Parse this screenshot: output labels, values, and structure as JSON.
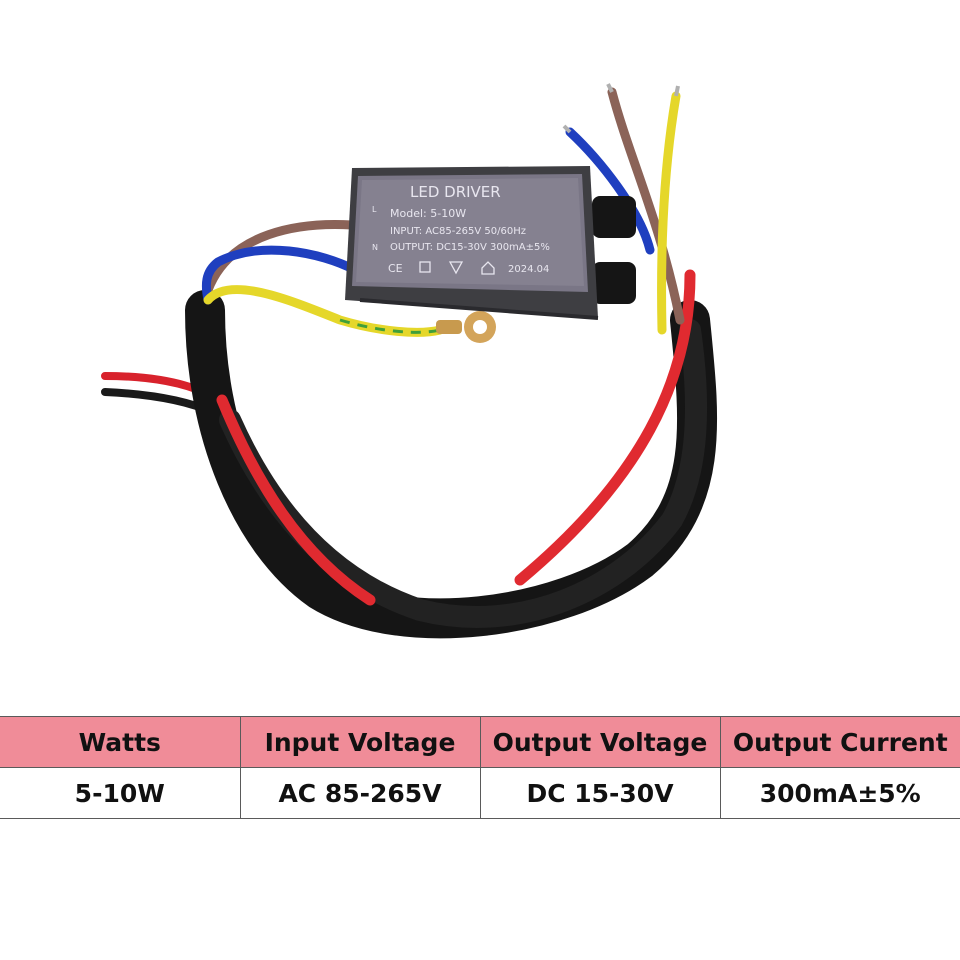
{
  "photo": {
    "label_line_1": "LED DRIVER",
    "label_line_2": "Model: 5-10W",
    "label_line_3": "INPUT: AC85-265V 50/60Hz",
    "label_line_4": "OUTPUT: DC15-30V 300mA±5%",
    "label_date": "2024.04",
    "mark_ce": "CE",
    "terminal_l": "L",
    "terminal_n": "N"
  },
  "spec_table": {
    "header_color": "#f08c98",
    "headers": [
      "Watts",
      "Input Voltage",
      "Output Voltage",
      "Output Current"
    ],
    "values": [
      "5-10W",
      "AC 85-265V",
      "DC 15-30V",
      "300mA±5%"
    ]
  }
}
